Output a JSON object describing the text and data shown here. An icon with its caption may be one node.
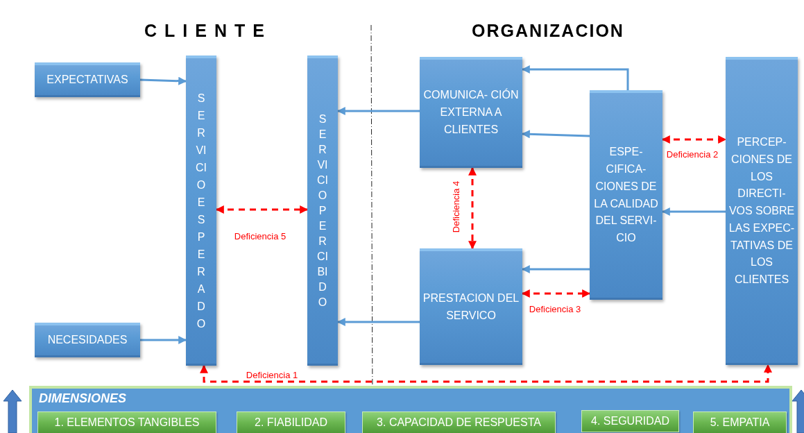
{
  "diagram": {
    "nodes": [
      {
        "text": [
          "EXPECTATIVAS"
        ]
      },
      {
        "text": [
          "NECESIDADES"
        ]
      },
      {
        "text": [
          "SERVICIO ESPERADO"
        ]
      },
      {
        "text": [
          "SERVICIO PERCIBIDO"
        ]
      },
      {
        "text": [
          "COMUNICA- CIÓN EXTERNA A CLIENTES"
        ]
      },
      {
        "text": [
          "PRESTACION DEL SERVICO"
        ]
      },
      {
        "text": [
          "ESPE- CIFICA- CIONES DE LA CALIDAD DEL SERVI- CIO"
        ]
      },
      {
        "text": [
          "PERCEP- CIONES DE LOS DIRECTI- VOS SOBRE LAS EXPEC- TATIVAS DE LOS CLIENTES"
        ]
      },
      {
        "text": [
          "DIMENSIONES"
        ]
      },
      {
        "text": [
          "1. ELEMENTOS TANGIBLES"
        ],
        "in": 8
      },
      {
        "text": [
          "2. FIABILIDAD"
        ],
        "in": 8
      },
      {
        "text": [
          "3. CAPACIDAD DE RESPUESTA"
        ],
        "in": 8
      },
      {
        "text": [
          "4. SEGURIDAD"
        ],
        "in": 8
      },
      {
        "text": [
          "5. EMPATIA"
        ],
        "in": 8
      }
    ],
    "edges": [
      {
        "from": 0,
        "to": 2,
        "arrow": "to"
      },
      {
        "from": 1,
        "to": 2,
        "arrow": "to"
      },
      {
        "from": 4,
        "to": 3,
        "arrow": "to"
      },
      {
        "from": 5,
        "to": 3,
        "arrow": "to"
      },
      {
        "from": 6,
        "to": 4,
        "arrow": "to"
      },
      {
        "from": 6,
        "to": 4,
        "arrow": "to"
      },
      {
        "from": 6,
        "to": 5,
        "arrow": "to"
      },
      {
        "from": 7,
        "to": 6,
        "arrow": "to"
      },
      {
        "from": 2,
        "to": 3,
        "arrow": "both",
        "label": "Deficiencia 5",
        "style": "dashed",
        "color": "#ff0000"
      },
      {
        "from": 4,
        "to": 5,
        "arrow": "both",
        "label": "Deficiencia 4",
        "style": "dashed",
        "color": "#ff0000"
      },
      {
        "from": 5,
        "to": 6,
        "arrow": "both",
        "label": "Deficiencia 3",
        "style": "dashed",
        "color": "#ff0000"
      },
      {
        "from": 6,
        "to": 7,
        "arrow": "both",
        "label": "Deficiencia 2",
        "style": "dashed",
        "color": "#ff0000"
      },
      {
        "from": 2,
        "to": 7,
        "arrow": "both",
        "label": "Deficiencia 1",
        "style": "dashed",
        "color": "#ff0000"
      }
    ],
    "labels": [
      "CLIENTE",
      "ORGANIZACION"
    ]
  }
}
